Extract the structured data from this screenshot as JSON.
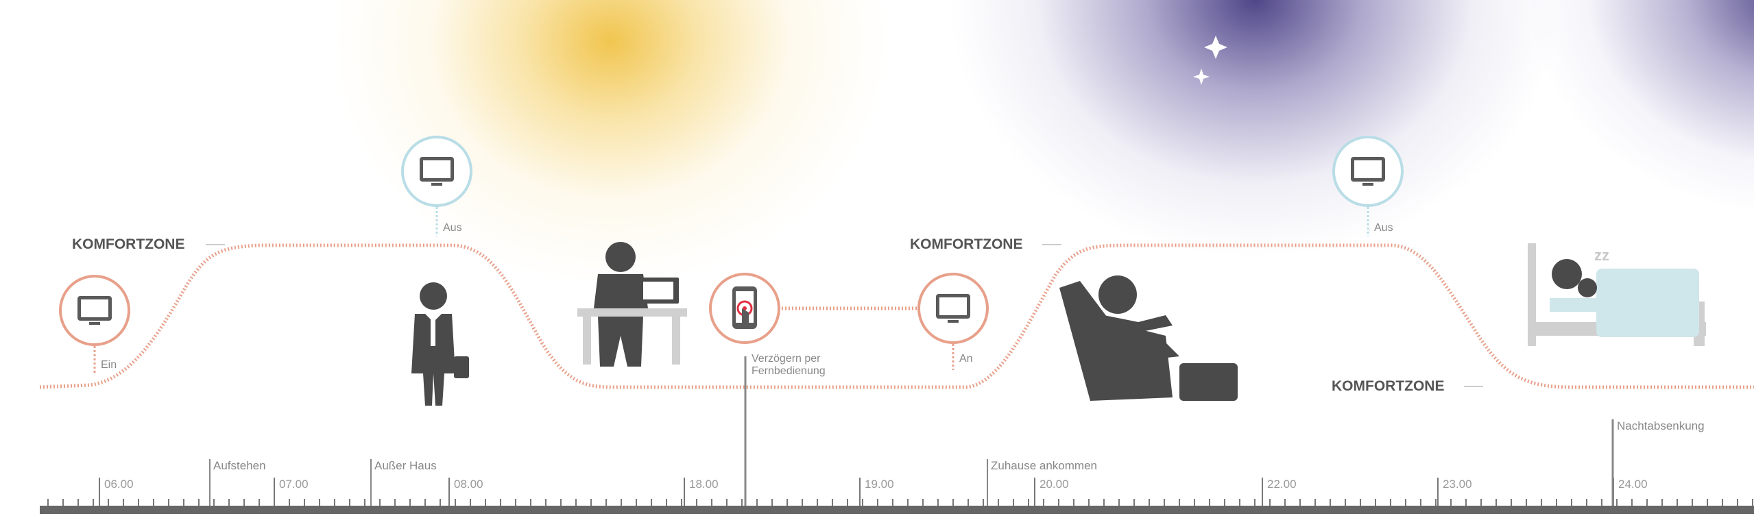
{
  "comfort_zone_labels": [
    "KOMFORTZONE",
    "KOMFORTZONE",
    "KOMFORTZONE"
  ],
  "device_labels": {
    "tv_on_morning": "Ein",
    "tv_off_morning": "Aus",
    "remote": "Verzögern per Fernbedienung",
    "tv_on_evening": "An",
    "tv_off_evening": "Aus"
  },
  "events": [
    "Aufstehen",
    "Außer Haus",
    "Zuhause ankommen",
    "Nachtabsenkung"
  ],
  "times": [
    "06.00",
    "07.00",
    "08.00",
    "18.00",
    "19.00",
    "20.00",
    "22.00",
    "23.00",
    "24.00"
  ],
  "colors": {
    "curve": "#e8a08a",
    "icon_circle_orange": "#e8a08a",
    "icon_circle_blue": "#b9dde6",
    "figure": "#4a4a4a",
    "axis": "#666666",
    "sun": "#f0c246",
    "night": "#463c82",
    "bed": "#cfe6ea"
  }
}
